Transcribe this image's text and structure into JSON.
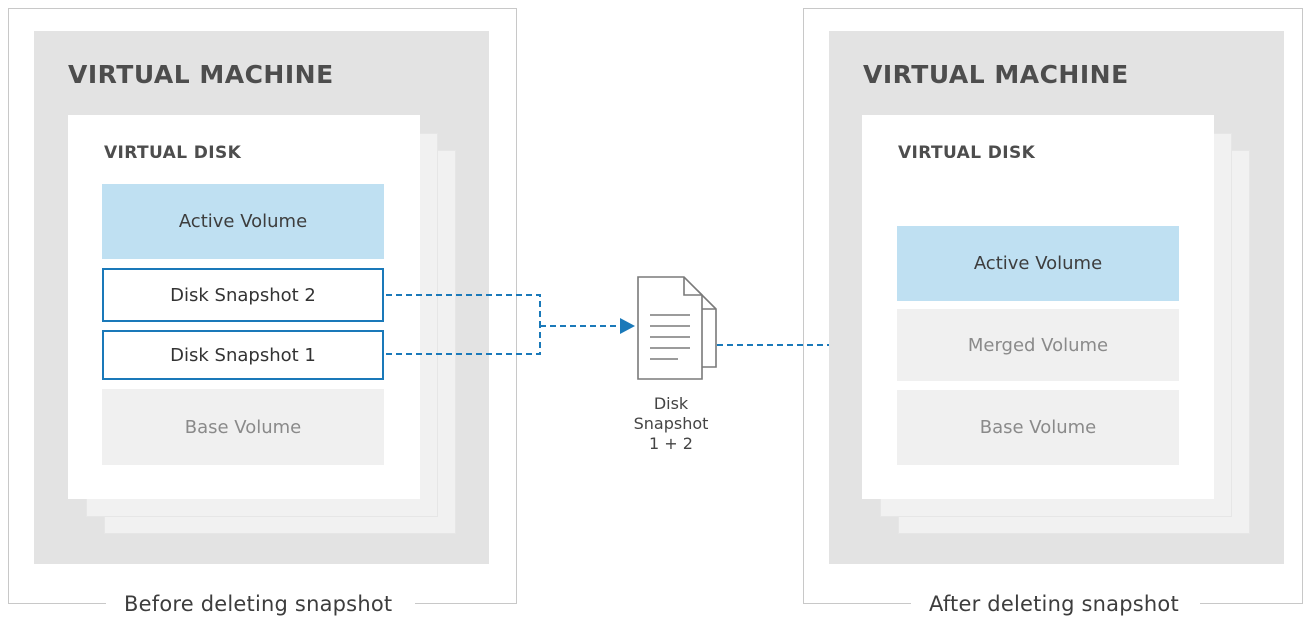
{
  "before": {
    "caption": "Before deleting snapshot",
    "vm_title": "VIRTUAL MACHINE",
    "disk_title": "VIRTUAL DISK",
    "volumes": {
      "active": "Active Volume",
      "snapshot2": "Disk Snapshot 2",
      "snapshot1": "Disk Snapshot 1",
      "base": "Base Volume"
    }
  },
  "merge_file": {
    "label_line1": "Disk",
    "label_line2": "Snapshot",
    "label_line3": "1 + 2",
    "icon": "document-stack-icon"
  },
  "after": {
    "caption": "After deleting snapshot",
    "vm_title": "VIRTUAL MACHINE",
    "disk_title": "VIRTUAL DISK",
    "volumes": {
      "active": "Active Volume",
      "merged": "Merged Volume",
      "base": "Base Volume"
    }
  },
  "colors": {
    "accent_blue": "#1a79b9",
    "active_fill": "#bfe0f2",
    "vm_fill": "#e3e3e3",
    "inactive_fill": "#f0f0f0"
  }
}
